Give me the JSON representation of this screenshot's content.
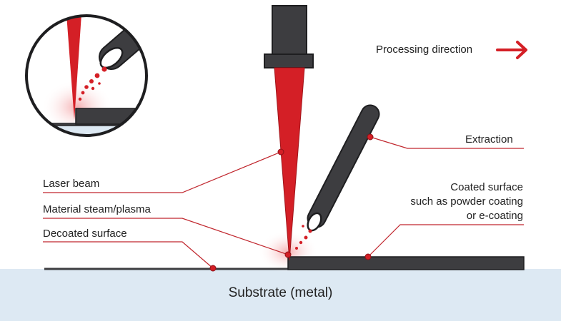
{
  "colors": {
    "laser": "#d41f26",
    "metal": "#3d3d40",
    "substrate": "#dde9f3",
    "leader": "#c0262d",
    "text": "#222222"
  },
  "labels": {
    "processing_direction": "Processing direction",
    "extraction": "Extraction",
    "laser_beam": "Laser beam",
    "coated_surface": [
      "Coated surface",
      "such as powder coating",
      "or e-coating"
    ],
    "material_steam": "Material steam/plasma",
    "decoated_surface": "Decoated surface",
    "substrate": "Substrate (metal)"
  },
  "icons": {
    "direction_arrow": "arrow-right-icon",
    "magnifier": "zoom-detail-circle"
  }
}
